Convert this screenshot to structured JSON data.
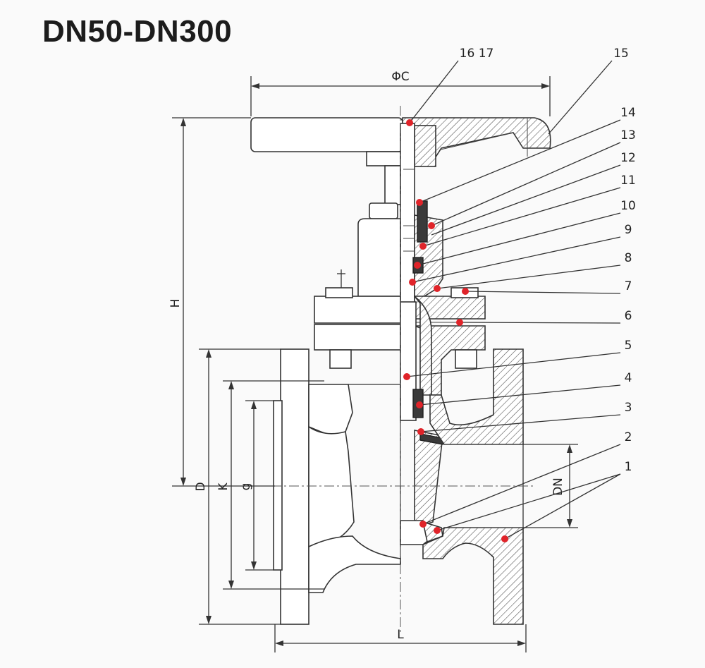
{
  "title": "DN50-DN300",
  "dimensions": {
    "phi_c": "ΦC",
    "h": "H",
    "d": "D",
    "k": "K",
    "g": "g",
    "l": "L",
    "dn": "DN"
  },
  "callouts": [
    {
      "label": "16 17"
    },
    {
      "label": "15"
    },
    {
      "label": "14"
    },
    {
      "label": "13"
    },
    {
      "label": "12"
    },
    {
      "label": "11"
    },
    {
      "label": "10"
    },
    {
      "label": "9"
    },
    {
      "label": "8"
    },
    {
      "label": "7"
    },
    {
      "label": "6"
    },
    {
      "label": "5"
    },
    {
      "label": "4"
    },
    {
      "label": "3"
    },
    {
      "label": "2"
    },
    {
      "label": "1"
    }
  ],
  "colors": {
    "marker": "#e0242a",
    "line": "#333333"
  }
}
